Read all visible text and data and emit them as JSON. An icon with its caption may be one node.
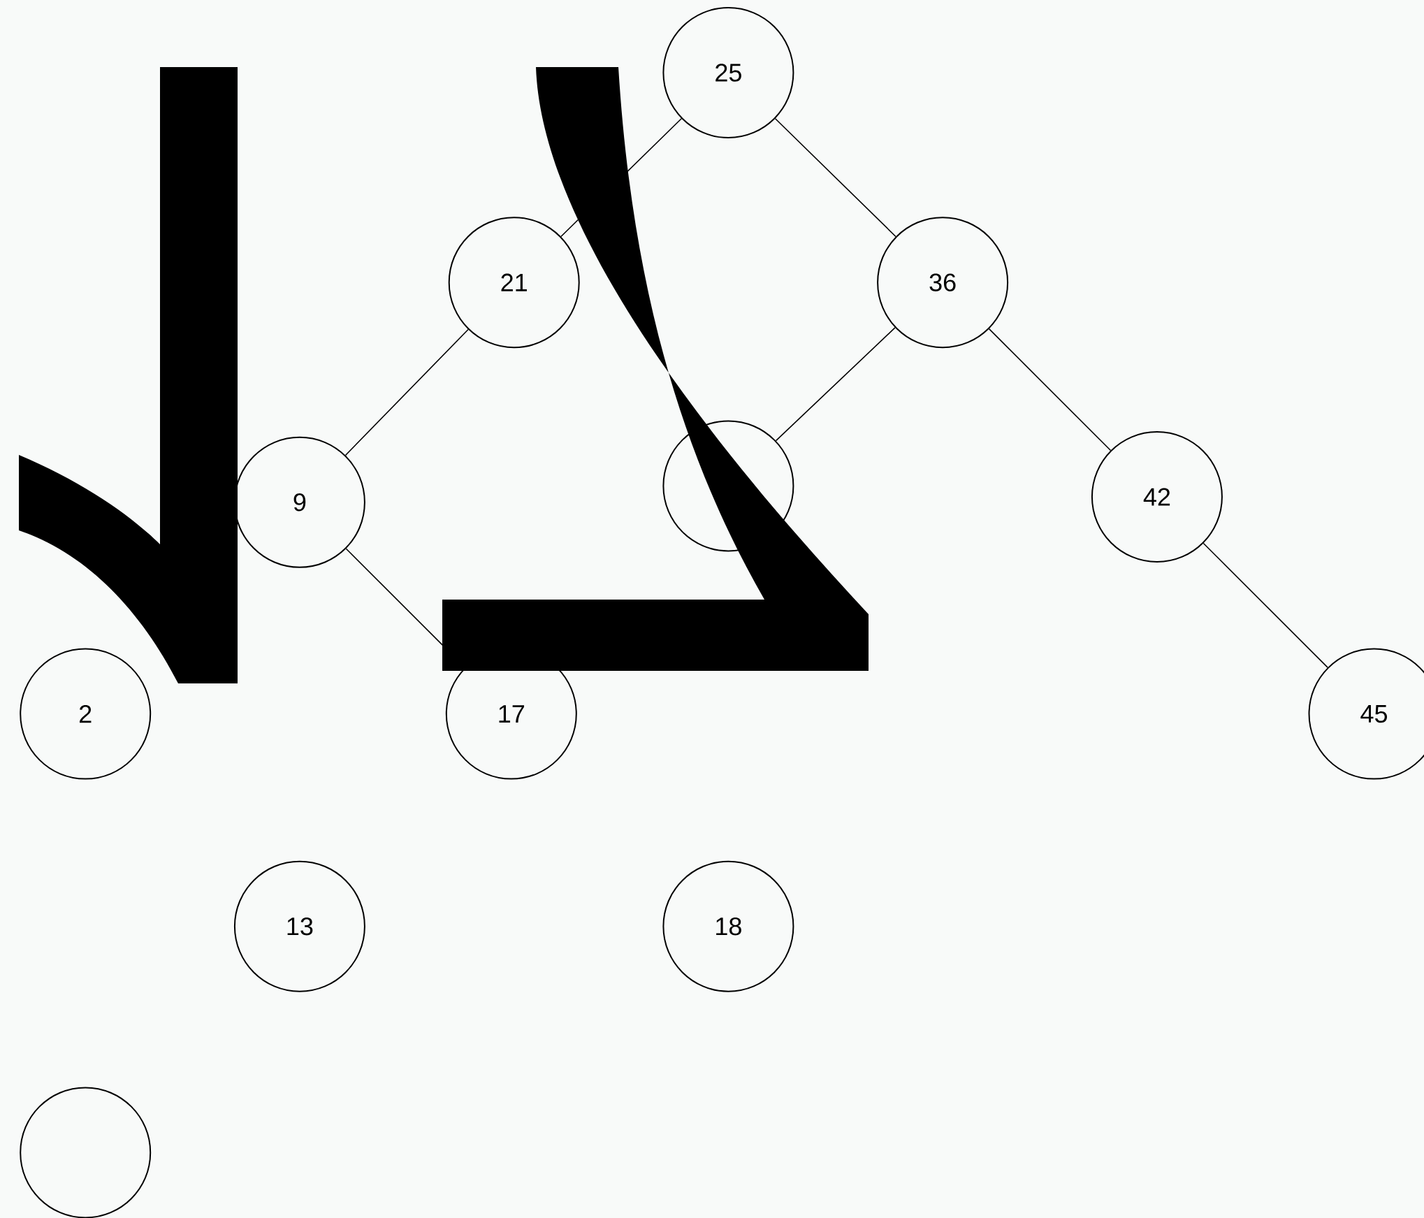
{
  "diagram": {
    "nodes": [
      {
        "text": [
          "25"
        ]
      },
      {
        "text": [
          "21"
        ]
      },
      {
        "text": [
          "36"
        ]
      },
      {
        "text": [
          "9"
        ]
      },
      {
        "text": [],
        "shape": "circle"
      },
      {
        "text": [
          "42"
        ]
      },
      {
        "text": [
          "2"
        ]
      },
      {
        "text": [
          "17"
        ]
      },
      {
        "text": [
          "45"
        ]
      },
      {
        "text": [
          "13"
        ]
      },
      {
        "text": [
          "18"
        ]
      },
      {
        "text": [],
        "shape": "circle"
      }
    ],
    "edges": [
      {
        "from": 0,
        "to": 1,
        "arrow": "none"
      },
      {
        "from": 0,
        "to": 2,
        "arrow": "none"
      },
      {
        "from": 1,
        "to": 3,
        "arrow": "none"
      },
      {
        "from": 3,
        "to": 7,
        "arrow": "none"
      },
      {
        "from": 2,
        "to": 4,
        "arrow": "none"
      },
      {
        "from": 2,
        "to": 5,
        "arrow": "none"
      },
      {
        "from": 5,
        "to": 8,
        "arrow": "none"
      }
    ]
  }
}
